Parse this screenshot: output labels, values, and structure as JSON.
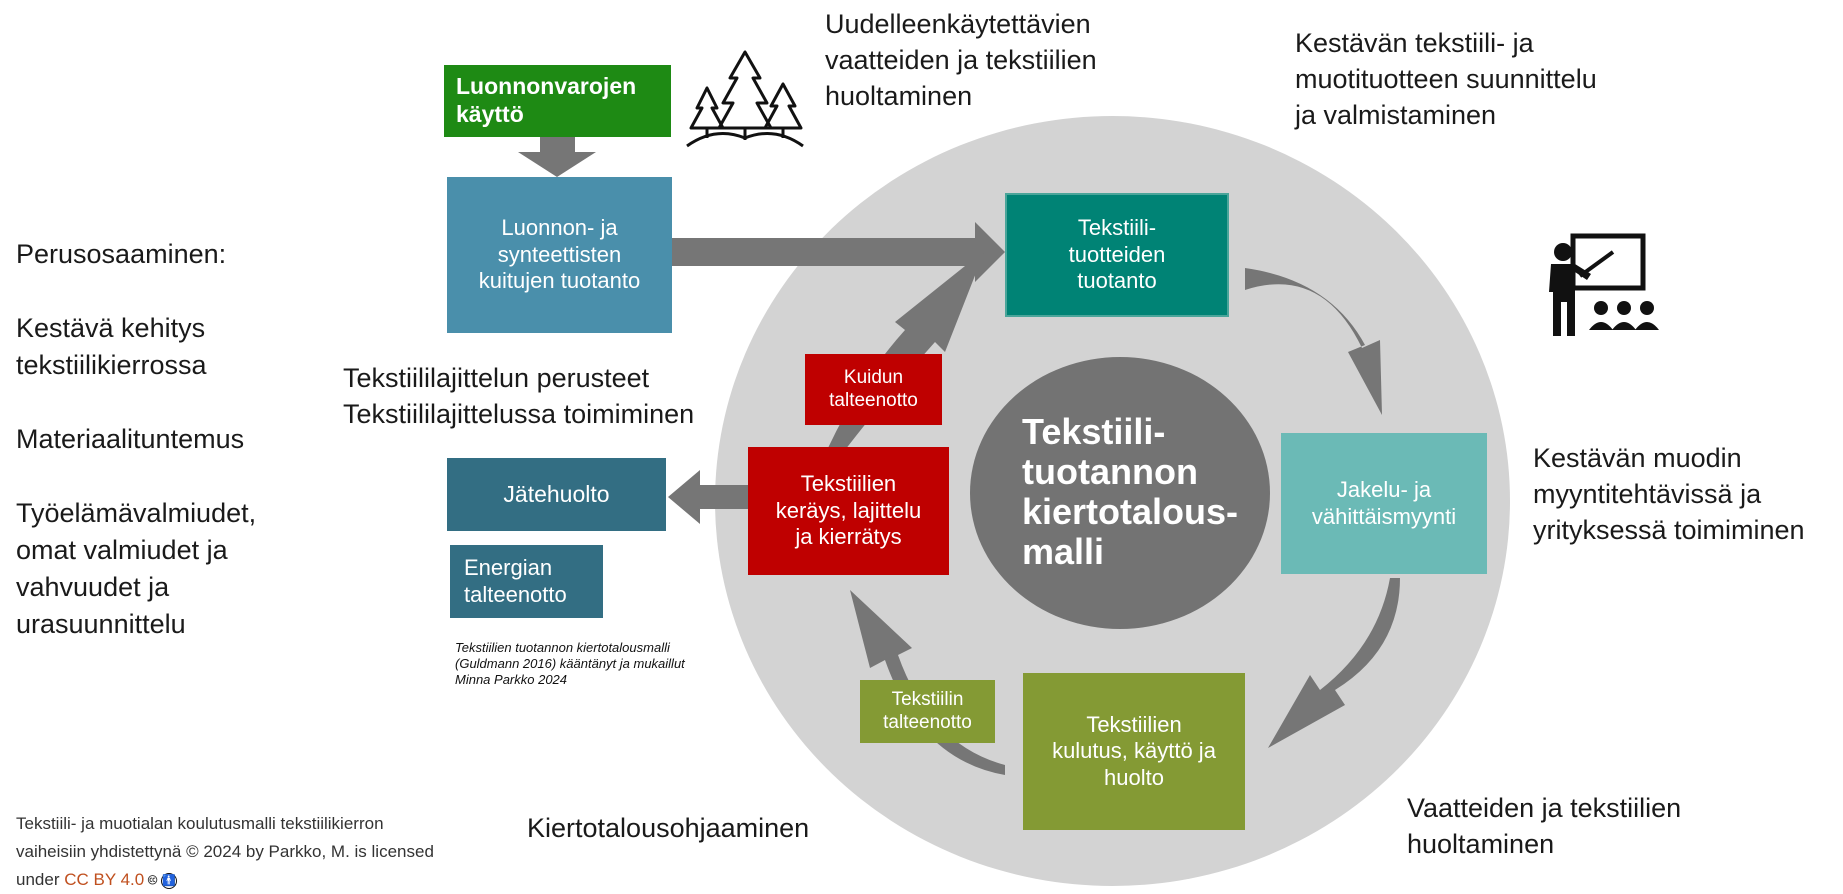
{
  "center": {
    "title": "Tekstiili-\ntuotannon\nkiertotalous-\nmalli"
  },
  "boxes": {
    "natural_resources": {
      "label": "Luonnonvarojen\nkäyttö",
      "color": "#1e8a14"
    },
    "fiber_production": {
      "label": "Luonnon- ja\nsynteettisten\nkuitujen tuotanto",
      "color": "#4a8fab"
    },
    "textile_production": {
      "label": "Tekstiili-\ntuotteiden\ntuotanto",
      "color": "#008375"
    },
    "distribution": {
      "label": "Jakelu- ja\nvähittäismyynti",
      "color": "#6bbab6"
    },
    "consumption": {
      "label": "Tekstiilien\nkulutus, käyttö ja\nhuolto",
      "color": "#849a34"
    },
    "textile_recovery": {
      "label": "Tekstiilin\ntalteenotto",
      "color": "#849a34"
    },
    "collection": {
      "label": "Tekstiilien\nkeräys, lajittelu\nja kierrätys",
      "color": "#bf0000"
    },
    "fiber_recovery": {
      "label": "Kuidun\ntalteenotto",
      "color": "#bf0000"
    },
    "waste_management": {
      "label": "Jätehuolto",
      "color": "#336e83"
    },
    "energy_recovery": {
      "label": "Energian\ntalteenotto",
      "color": "#336e83"
    }
  },
  "texts": {
    "reusable_care": "Uudelleenkäytettävien\nvaatteiden ja tekstiilien\nhuoltaminen",
    "sustainable_design": "Kestävän tekstiili- ja\nmuotituotteen suunnittelu\nja valmistaminen",
    "basic_skills": "Perusosaaminen:\n\nKestävä kehitys\ntekstiilikierrossa\n\nMateriaalituntemus\n\nTyöelämävalmiudet,\nomat valmiudet ja\nvahvuudet ja\nurasuunnittelu",
    "sorting": "Tekstiililajittelun perusteet\nTekstiililajittelussa toimiminen",
    "sales": "Kestävän muodin\nmyyntitehtävissä ja\nyrityksessä toimiminen",
    "care": "Vaatteiden ja tekstiilien\nhuoltaminen",
    "guidance": "Kiertotalousohjaaminen",
    "caption": "Tekstiilien tuotannon kiertotalousmalli\n(Guldmann 2016) kääntänyt ja mukaillut\nMinna Parkko 2024",
    "credit_text": "Tekstiili- ja muotialan koulutusmalli tekstiilikierron\nvaiheisiin yhdistettynä © 2024 by Parkko, M. is licensed\nunder ",
    "credit_link": "CC BY 4.0"
  },
  "icons": {
    "forest": "forest-icon",
    "teacher": "teacher-icon",
    "cc": "cc-icon",
    "by": "by-icon"
  },
  "colors": {
    "outer_circle": "#d3d3d3",
    "center_circle": "#737373",
    "arrow": "#767676"
  }
}
